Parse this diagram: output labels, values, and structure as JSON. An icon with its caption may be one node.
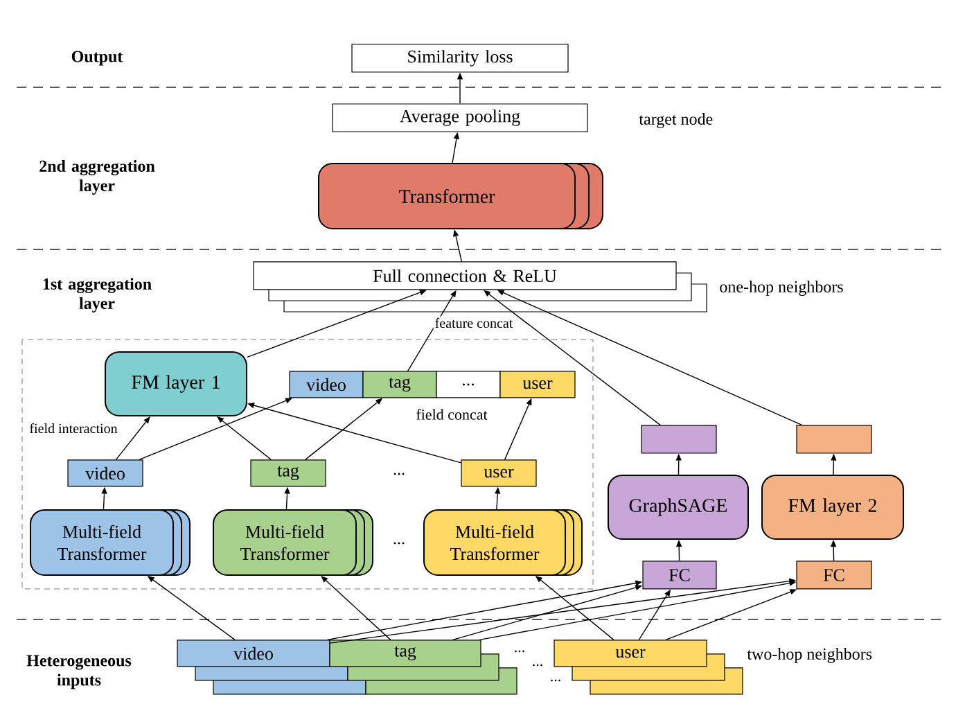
{
  "diagram": {
    "nodes": [
      {
        "text": [
          "Similarity loss"
        ]
      },
      {
        "text": [
          "Average pooling"
        ]
      },
      {
        "text": [
          "Transformer"
        ]
      },
      {
        "text": [
          "Full connection & ReLU"
        ]
      },
      {
        "text": [
          "FM layer 1"
        ]
      },
      {
        "text": [
          "video"
        ]
      },
      {
        "text": [
          "tag"
        ]
      },
      {
        "text": [
          "..."
        ]
      },
      {
        "text": [
          "user"
        ]
      },
      {
        "text": [
          "video"
        ]
      },
      {
        "text": [
          "tag"
        ]
      },
      {
        "text": [
          "user"
        ]
      },
      {
        "text": [
          "Multi-field Transformer"
        ]
      },
      {
        "text": [
          "Multi-field Transformer"
        ]
      },
      {
        "text": [
          "Multi-field Transformer"
        ]
      },
      {
        "text": [],
        "shape": "box"
      },
      {
        "text": [],
        "shape": "box"
      },
      {
        "text": [
          "GraphSAGE"
        ]
      },
      {
        "text": [
          "FM layer 2"
        ]
      },
      {
        "text": [
          "FC"
        ]
      },
      {
        "text": [
          "FC"
        ]
      },
      {
        "text": [
          "video"
        ]
      },
      {
        "text": [
          "tag"
        ]
      },
      {
        "text": [
          "user"
        ]
      }
    ],
    "edges": [
      {
        "from": 1,
        "to": 0,
        "arrow": "to"
      },
      {
        "from": 2,
        "to": 1,
        "arrow": "to"
      },
      {
        "from": 3,
        "to": 2,
        "arrow": "to"
      },
      {
        "from": 4,
        "to": 3,
        "arrow": "to"
      },
      {
        "from": 6,
        "to": 3,
        "arrow": "to"
      },
      {
        "from": 15,
        "to": 3,
        "arrow": "to"
      },
      {
        "from": 16,
        "to": 3,
        "arrow": "to"
      },
      {
        "from": 9,
        "to": 4,
        "arrow": "to"
      },
      {
        "from": 9,
        "to": 5,
        "arrow": "to"
      },
      {
        "from": 10,
        "to": 4,
        "arrow": "to"
      },
      {
        "from": 10,
        "to": 6,
        "arrow": "to"
      },
      {
        "from": 11,
        "to": 4,
        "arrow": "to"
      },
      {
        "from": 11,
        "to": 8,
        "arrow": "to"
      },
      {
        "from": 12,
        "to": 9,
        "arrow": "to"
      },
      {
        "from": 13,
        "to": 10,
        "arrow": "to"
      },
      {
        "from": 14,
        "to": 11,
        "arrow": "to"
      },
      {
        "from": 17,
        "to": 15,
        "arrow": "to"
      },
      {
        "from": 18,
        "to": 16,
        "arrow": "to"
      },
      {
        "from": 19,
        "to": 17,
        "arrow": "to"
      },
      {
        "from": 20,
        "to": 18,
        "arrow": "to"
      },
      {
        "from": 21,
        "to": 12,
        "arrow": "to"
      },
      {
        "from": 22,
        "to": 13,
        "arrow": "to"
      },
      {
        "from": 23,
        "to": 14,
        "arrow": "to"
      },
      {
        "from": 21,
        "to": 19,
        "arrow": "to"
      },
      {
        "from": 21,
        "to": 20,
        "arrow": "to"
      },
      {
        "from": 22,
        "to": 19,
        "arrow": "to"
      },
      {
        "from": 22,
        "to": 20,
        "arrow": "to"
      },
      {
        "from": 23,
        "to": 19,
        "arrow": "to"
      },
      {
        "from": 23,
        "to": 20,
        "arrow": "to"
      }
    ],
    "labels": [
      "Output",
      "2nd aggregation layer",
      "target node",
      "1st aggregation layer",
      "one-hop neighbors",
      "feature concat",
      "field interaction",
      "field concat",
      "...",
      "...",
      "Heterogeneous inputs",
      "...",
      "...",
      "...",
      "two-hop neighbors"
    ]
  }
}
